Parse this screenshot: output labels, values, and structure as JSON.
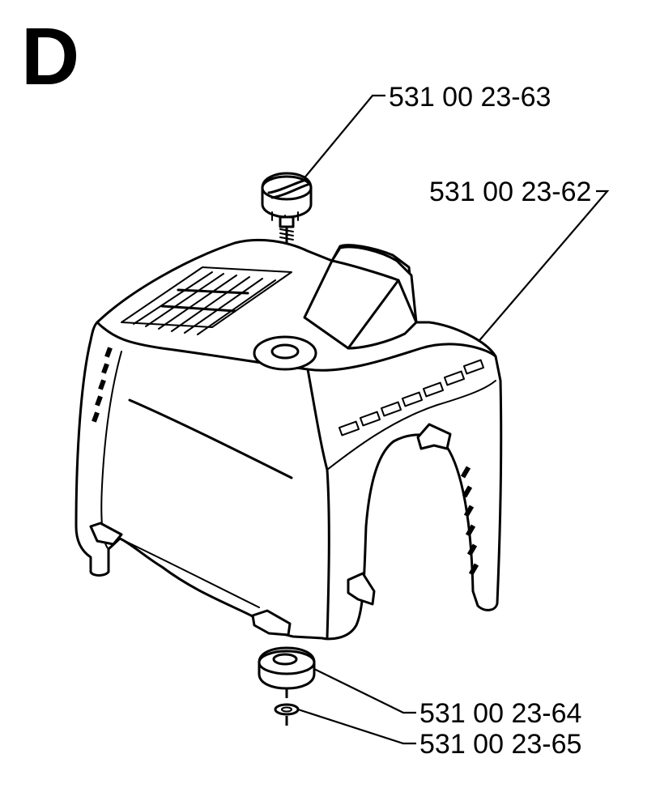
{
  "diagram": {
    "section_letter": "D",
    "parts": [
      {
        "number": "531 00 23-63",
        "item": "knob"
      },
      {
        "number": "531 00 23-62",
        "item": "cover"
      },
      {
        "number": "531 00 23-64",
        "item": "rubber-grommet"
      },
      {
        "number": "531 00 23-65",
        "item": "washer"
      }
    ]
  }
}
